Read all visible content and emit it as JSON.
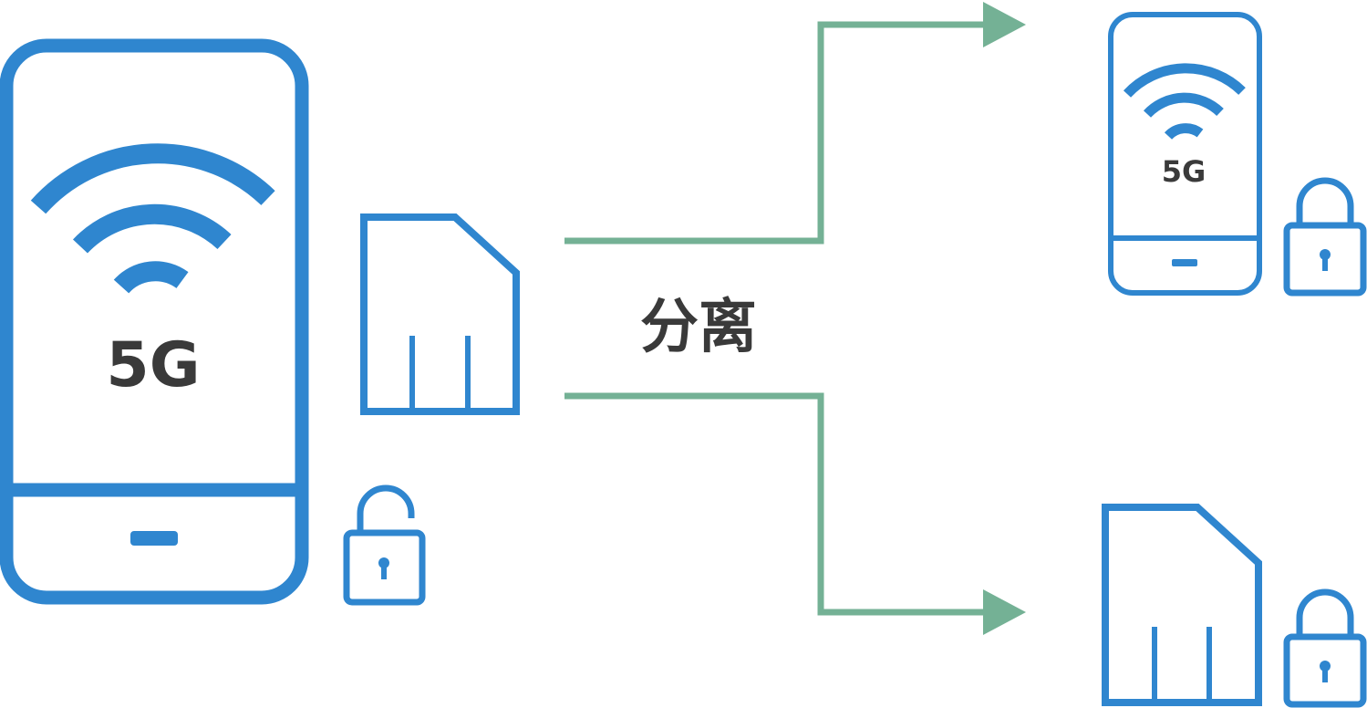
{
  "diagram": {
    "source_phone": {
      "network_label": "5G"
    },
    "action_label": "分离",
    "result_phone": {
      "network_label": "5G"
    },
    "colors": {
      "device": "#2f86cf",
      "arrow": "#74b195",
      "text": "#3a3a3a"
    },
    "icons": {
      "source_phone": "smartphone-icon",
      "source_signal": "wifi-signal-icon",
      "source_sim": "sim-card-icon",
      "source_lock": "unlocked-padlock-icon",
      "result_phone": "smartphone-icon",
      "result_phone_lock": "locked-padlock-icon",
      "result_sim": "sim-card-icon",
      "result_sim_lock": "locked-padlock-icon"
    }
  }
}
